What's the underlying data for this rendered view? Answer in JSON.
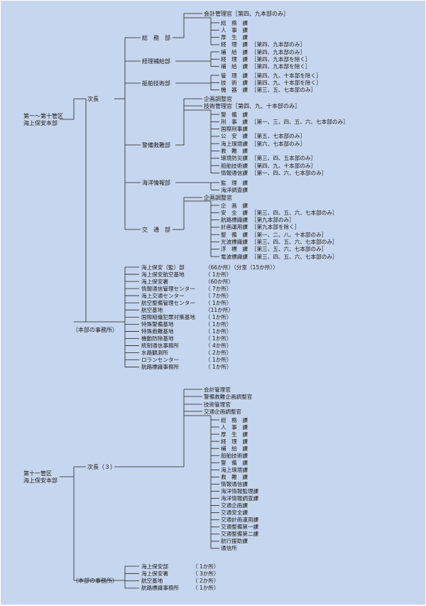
{
  "org1": {
    "root": [
      "第一～第十管区",
      "海上保安本部"
    ],
    "vice": "次長",
    "office": "（本部の事務所）",
    "depts": {
      "somu": {
        "name": "総　務　部",
        "kaikei": "会計管理官［第四、九本部のみ］",
        "sections": [
          {
            "n": "総　務　課",
            "note": ""
          },
          {
            "n": "人　事　課",
            "note": ""
          },
          {
            "n": "厚　生　課",
            "note": ""
          },
          {
            "n": "経　理　課",
            "note": "［第四、九本部のみ］"
          }
        ]
      },
      "keiri": {
        "name": "経理補給部",
        "sections": [
          {
            "n": "補　給　課",
            "note": "［第四、九本部のみ］"
          },
          {
            "n": "経　理　課",
            "note": "［第四、九本部を除く］"
          },
          {
            "n": "補　給　課",
            "note": "［第四、九本部を除く］"
          }
        ]
      },
      "senpaku": {
        "name": "船舶技術部",
        "sections": [
          {
            "n": "管　理　課",
            "note": "［第四、九、十本部を除く］"
          },
          {
            "n": "技　術　課",
            "note": "［第四、九、十本部を除く］"
          },
          {
            "n": "機　器　課",
            "note": "［第三、五、七本部のみ］"
          }
        ]
      },
      "keibi": {
        "name": "警備救難部",
        "kikaku": "企画調整官",
        "gijutsu": "技術管理官［第四、九、十本部のみ］",
        "sections": [
          {
            "n": "警　備　課",
            "note": ""
          },
          {
            "n": "刑　事　課",
            "note": "［第一、三、四、五、六、七本部のみ］"
          },
          {
            "n": "国際刑事課",
            "note": ""
          },
          {
            "n": "公　安　課",
            "note": "［第五、七本部のみ］"
          },
          {
            "n": "海上環境課",
            "note": "［第六、七本部のみ］"
          },
          {
            "n": "救　難　課",
            "note": ""
          },
          {
            "n": "環境防災課",
            "note": "［第三、四、五本部のみ］"
          },
          {
            "n": "船舶技術課",
            "note": "［第四、九、十本部のみ］"
          },
          {
            "n": "情報通信課",
            "note": "［第一、四、六、七本部のみ］"
          }
        ]
      },
      "kaiyo": {
        "name": "海洋情報部",
        "sections": [
          {
            "n": "監　理　課",
            "note": ""
          },
          {
            "n": "海洋調査課",
            "note": ""
          }
        ]
      },
      "kotsu": {
        "name": "交　通　部",
        "kikaku": "企画調整官",
        "sections": [
          {
            "n": "企　画　課",
            "note": ""
          },
          {
            "n": "安　全　課",
            "note": "［第三、四、五、六、七本部のみ］"
          },
          {
            "n": "航路標識課",
            "note": "［第九本部のみ］"
          },
          {
            "n": "計画運用課",
            "note": "［第九本部を除く］"
          },
          {
            "n": "整　備　課",
            "note": "［第一、二、八、十本部のみ］"
          },
          {
            "n": "光波標識課",
            "note": "［第三、四、五、六、七本部のみ］"
          },
          {
            "n": "浮　標　課",
            "note": "［第三、五、六、七本部のみ］"
          },
          {
            "n": "電波標識課",
            "note": "［第三、四、五、六、七本部のみ］"
          }
        ]
      }
    },
    "offices": [
      {
        "n": "海上保安（監）部",
        "c": "（66か所）（分室（15か所））"
      },
      {
        "n": "海上保安航空基地",
        "c": "（ 1か所）"
      },
      {
        "n": "海上保安署",
        "c": "（60か所）"
      },
      {
        "n": "情報通信管理センター",
        "c": "（ 7か所）"
      },
      {
        "n": "海上交通センター",
        "c": "（ 7か所）"
      },
      {
        "n": "航空整備管理センター",
        "c": "（ 1か所）"
      },
      {
        "n": "航空基地",
        "c": "（11か所）"
      },
      {
        "n": "国際組織犯罪対策基地",
        "c": "（ 1か所）"
      },
      {
        "n": "特殊警備基地",
        "c": "（ 1か所）"
      },
      {
        "n": "特殊救難基地",
        "c": "（ 1か所）"
      },
      {
        "n": "機動防除基地",
        "c": "（ 1か所）"
      },
      {
        "n": "統制通信事務所",
        "c": "（ 4か所）"
      },
      {
        "n": "水路観測所",
        "c": "（ 2か所）"
      },
      {
        "n": "ロランセンター",
        "c": "（ 1か所）"
      },
      {
        "n": "航路標識事務所",
        "c": "（ 1か所）"
      }
    ]
  },
  "org2": {
    "root": [
      "第十一管区",
      "海上保安本部"
    ],
    "vice": "次長（３）",
    "office": "（本部の事務所）",
    "officials": [
      "会計管理官",
      "警備救難企画調整官",
      "技術管理官",
      "交通企画調整官"
    ],
    "sections": [
      "総　務　課",
      "人　事　課",
      "厚　生　課",
      "経　理　課",
      "補　給　課",
      "船舶技術課",
      "警　備　課",
      "海上環境課",
      "救　難　課",
      "情報通信課",
      "海洋情報監理課",
      "海洋情報調査課",
      "交通企画課",
      "交通安全課",
      "交通計画運用課",
      "交通整備第一課",
      "交通整備第二課",
      "航行援助課",
      "通信所"
    ],
    "offices": [
      {
        "n": "海上保安部",
        "c": "（ 1か所）"
      },
      {
        "n": "海上保安署",
        "c": "（ 3か所）"
      },
      {
        "n": "航空基地",
        "c": "（ 2か所）"
      },
      {
        "n": "航路標識事務所",
        "c": "（ 1か所）"
      }
    ]
  }
}
